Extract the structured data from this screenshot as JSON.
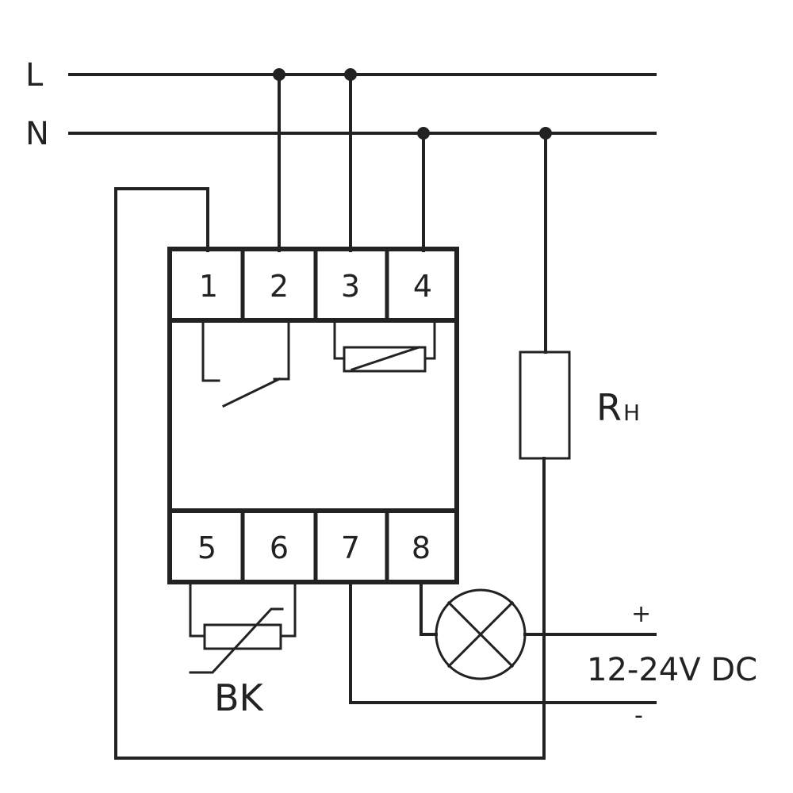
{
  "lines": {
    "phase": "L",
    "neutral": "N"
  },
  "terminals": {
    "top": [
      "1",
      "2",
      "3",
      "4"
    ],
    "bottom": [
      "5",
      "6",
      "7",
      "8"
    ]
  },
  "heater": {
    "label_main": "R",
    "label_sub": "H"
  },
  "sensor": {
    "label": "BK"
  },
  "supply": {
    "plus": "+",
    "minus": "-",
    "voltage": "12-24V DC"
  },
  "colors": {
    "wire": "#222222",
    "background": "#ffffff"
  }
}
